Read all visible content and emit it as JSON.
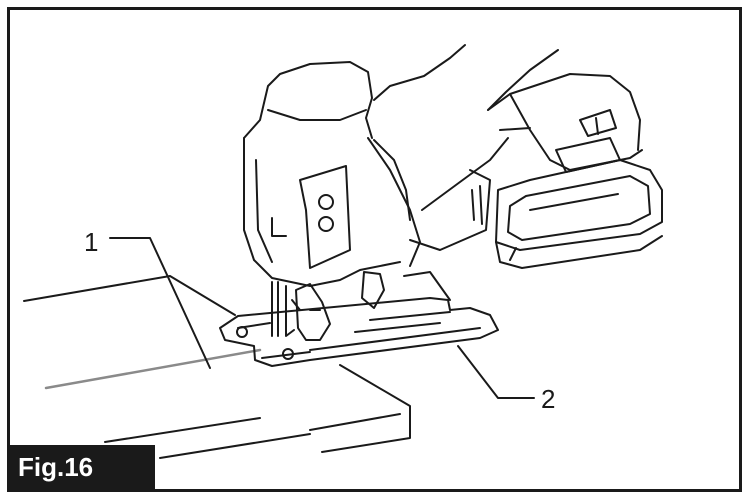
{
  "figure": {
    "label": "Fig.16",
    "callouts": [
      {
        "number": "1"
      },
      {
        "number": "2"
      }
    ]
  },
  "colors": {
    "ink": "#1a1a1a",
    "paper": "#ffffff",
    "cut_line": "#8a8a8a"
  }
}
